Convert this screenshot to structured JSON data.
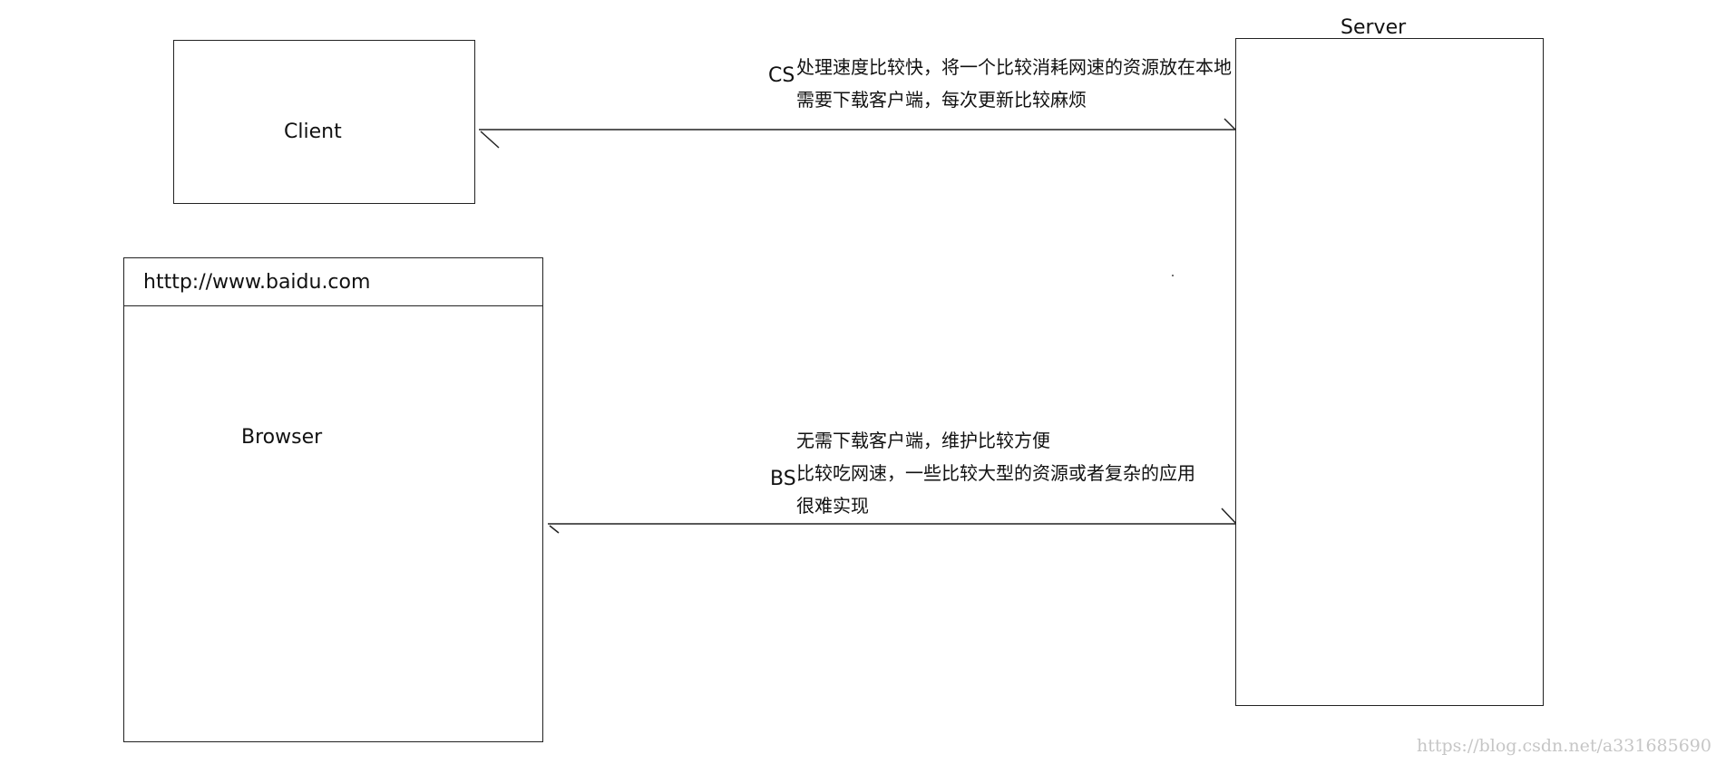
{
  "client": {
    "label": "Client"
  },
  "browser": {
    "address": "htttp://www.baidu.com",
    "label": "Browser"
  },
  "server": {
    "label": "Server"
  },
  "cs": {
    "tag": "CS",
    "lines": [
      "处理速度比较快，将一个比较消耗网速的资源放在本地",
      "需要下载客户端，每次更新比较麻烦"
    ]
  },
  "bs": {
    "tag": "BS",
    "lines": [
      "无需下载客户端，维护比较方便",
      "比较吃网速，一些比较大型的资源或者复杂的应用",
      "很难实现"
    ]
  },
  "watermark": "https://blog.csdn.net/a331685690",
  "colors": {
    "stroke": "#222222",
    "watermark": "#c6c6c6"
  }
}
